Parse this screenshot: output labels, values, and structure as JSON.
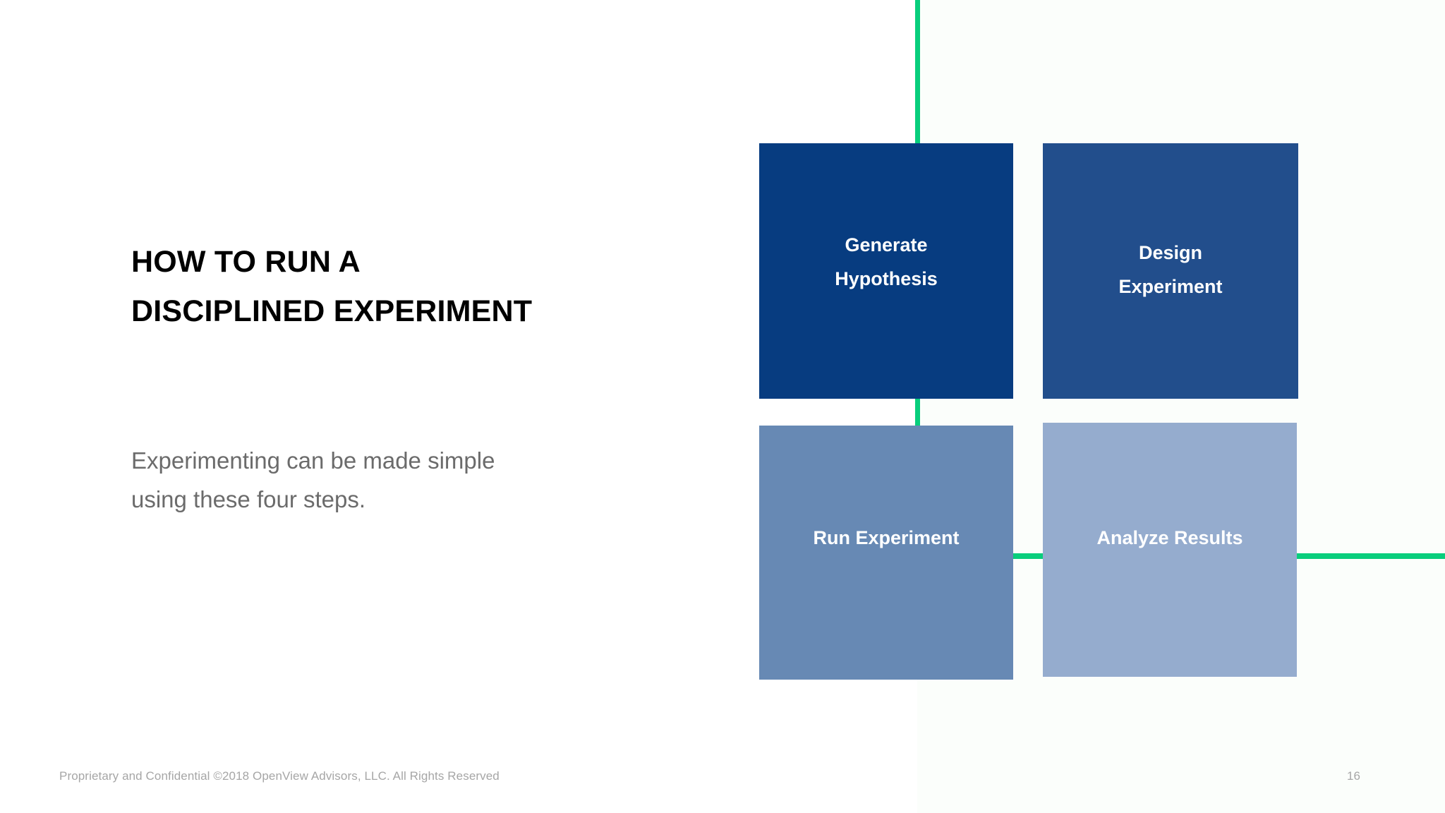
{
  "slide": {
    "title": "HOW TO RUN A DISCIPLINED EXPERIMENT",
    "subtitle": "Experimenting can be made simple using these four steps."
  },
  "diagram": {
    "accent_color": "#08CE7C",
    "steps": [
      {
        "id": "generate-hypothesis",
        "line1": "Generate",
        "line2": "Hypothesis",
        "color": "#073C80"
      },
      {
        "id": "design-experiment",
        "line1": "Design",
        "line2": "Experiment",
        "color": "#224E8C"
      },
      {
        "id": "run-experiment",
        "line1": "Run Experiment",
        "line2": "",
        "color": "#6789B4"
      },
      {
        "id": "analyze-results",
        "line1": "Analyze Results",
        "line2": "",
        "color": "#95ACCE"
      }
    ]
  },
  "footer": {
    "copyright": "Proprietary and Confidential ©2018 OpenView Advisors, LLC. All Rights Reserved",
    "page_number": "16"
  }
}
